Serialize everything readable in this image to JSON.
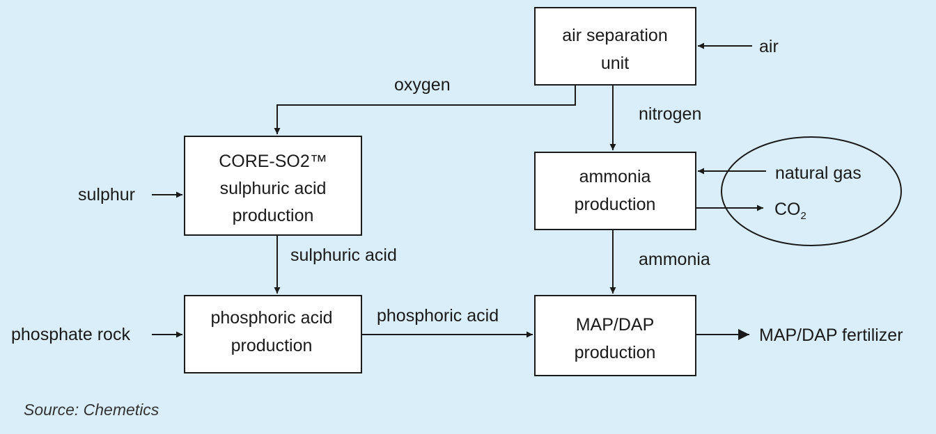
{
  "boxes": {
    "air_separation": [
      "air separation",
      "unit"
    ],
    "sulphuric_acid": [
      "CORE-SO2™",
      "sulphuric acid",
      "production"
    ],
    "ammonia": [
      "ammonia",
      "production"
    ],
    "phosphoric_acid": [
      "phosphoric acid",
      "production"
    ],
    "map_dap": [
      "MAP/DAP",
      "production"
    ]
  },
  "flows": {
    "air": "air",
    "oxygen": "oxygen",
    "nitrogen": "nitrogen",
    "sulphur": "sulphur",
    "natural_gas": "natural gas",
    "co2": "CO",
    "co2_subscript": "2",
    "sulphuric_acid": "sulphuric acid",
    "ammonia": "ammonia",
    "phosphate_rock": "phosphate rock",
    "phosphoric_acid": "phosphoric acid",
    "fertilizer": "MAP/DAP fertilizer"
  },
  "source": "Source: Chemetics",
  "colors": {
    "background": "#d9eef8",
    "box_fill": "#ffffff",
    "stroke": "#1a1a1a"
  }
}
